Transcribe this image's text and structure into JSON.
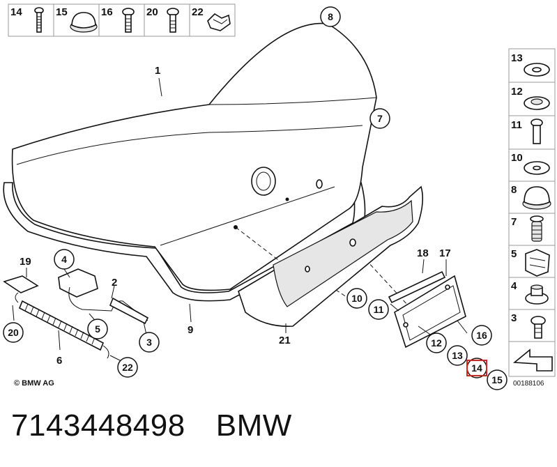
{
  "top_strip": [
    {
      "num": "14",
      "icon": "screw-icon"
    },
    {
      "num": "15",
      "icon": "grommet-icon"
    },
    {
      "num": "16",
      "icon": "screw-icon"
    },
    {
      "num": "20",
      "icon": "bolt-icon"
    },
    {
      "num": "22",
      "icon": "clip-icon"
    }
  ],
  "side_strip": [
    {
      "num": "13",
      "icon": "washer-icon"
    },
    {
      "num": "12",
      "icon": "washer-icon"
    },
    {
      "num": "11",
      "icon": "bolt-icon"
    },
    {
      "num": "10",
      "icon": "washer-icon"
    },
    {
      "num": "8",
      "icon": "grommet-icon"
    },
    {
      "num": "7",
      "icon": "expansion-rivet-icon"
    },
    {
      "num": "5",
      "icon": "clip-nut-icon"
    },
    {
      "num": "4",
      "icon": "nut-icon"
    },
    {
      "num": "3",
      "icon": "bolt-icon"
    }
  ],
  "callouts": {
    "c1": "1",
    "c2": "2",
    "c3": "3",
    "c4": "4",
    "c5": "5",
    "c6": "6",
    "c7": "7",
    "c8": "8",
    "c9": "9",
    "c10": "10",
    "c11": "11",
    "c12": "12",
    "c13": "13",
    "c14": "14",
    "c15": "15",
    "c16": "16",
    "c17": "17",
    "c18": "18",
    "c19": "19",
    "c20": "20",
    "c21": "21",
    "c22": "22"
  },
  "highlight_color": "#d9231d",
  "copyright": "© BMW AG",
  "diagram_id": "00188106",
  "footer": {
    "part_number": "7143448498",
    "brand": "BMW"
  }
}
